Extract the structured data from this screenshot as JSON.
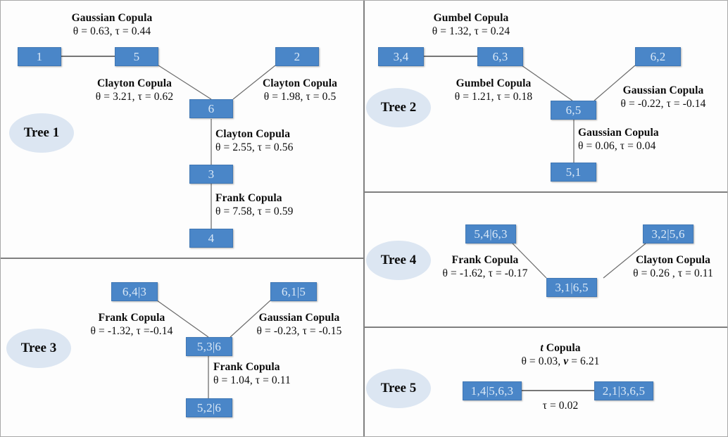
{
  "figure": {
    "type": "vine-copula-tree-diagram",
    "node_fill_color": "#4a86c8",
    "node_text_color": "#dbe9f7",
    "label_ellipse_color": "#dce6f2",
    "divider_color": "#7f7f7f",
    "edge_color": "#595959"
  },
  "trees": [
    {
      "id": "tree1",
      "label": "Tree 1",
      "nodes": [
        {
          "name": "node-1",
          "text": "1"
        },
        {
          "name": "node-5",
          "text": "5"
        },
        {
          "name": "node-2",
          "text": "2"
        },
        {
          "name": "node-6",
          "text": "6"
        },
        {
          "name": "node-3",
          "text": "3"
        },
        {
          "name": "node-4",
          "text": "4"
        }
      ],
      "edges": [
        {
          "name": "edge-1-5",
          "family": "Gaussian Copula",
          "theta": "0.63",
          "tau": "0.44",
          "params": "θ = 0.63, τ = 0.44"
        },
        {
          "name": "edge-5-6",
          "family": "Clayton Copula",
          "theta": "3.21",
          "tau": "0.62",
          "params": "θ = 3.21, τ = 0.62"
        },
        {
          "name": "edge-2-6",
          "family": "Clayton Copula",
          "theta": "1.98",
          "tau": "0.5",
          "params": "θ = 1.98, τ = 0.5"
        },
        {
          "name": "edge-6-3",
          "family": "Clayton Copula",
          "theta": "2.55",
          "tau": "0.56",
          "params": "θ = 2.55, τ = 0.56"
        },
        {
          "name": "edge-3-4",
          "family": "Frank Copula",
          "theta": "7.58",
          "tau": "0.59",
          "params": "θ = 7.58, τ = 0.59"
        }
      ]
    },
    {
      "id": "tree2",
      "label": "Tree 2",
      "nodes": [
        {
          "name": "node-34",
          "text": "3,4"
        },
        {
          "name": "node-63",
          "text": "6,3"
        },
        {
          "name": "node-62",
          "text": "6,2"
        },
        {
          "name": "node-65",
          "text": "6,5"
        },
        {
          "name": "node-51",
          "text": "5,1"
        }
      ],
      "edges": [
        {
          "name": "edge-34-63",
          "family": "Gumbel Copula",
          "theta": "1.32",
          "tau": "0.24",
          "params": "θ = 1.32, τ = 0.24"
        },
        {
          "name": "edge-63-65",
          "family": "Gumbel Copula",
          "theta": "1.21",
          "tau": "0.18",
          "params": "θ = 1.21, τ = 0.18"
        },
        {
          "name": "edge-62-65",
          "family": "Gaussian Copula",
          "theta": "-0.22",
          "tau": "-0.14",
          "params": "θ = -0.22, τ = -0.14"
        },
        {
          "name": "edge-65-51",
          "family": "Gaussian Copula",
          "theta": "0.06",
          "tau": "0.04",
          "params": "θ = 0.06, τ = 0.04"
        }
      ]
    },
    {
      "id": "tree3",
      "label": "Tree 3",
      "nodes": [
        {
          "name": "node-643",
          "text": "6,4|3"
        },
        {
          "name": "node-615",
          "text": "6,1|5"
        },
        {
          "name": "node-536",
          "text": "5,3|6"
        },
        {
          "name": "node-526",
          "text": "5,2|6"
        }
      ],
      "edges": [
        {
          "name": "edge-643-536",
          "family": "Frank Copula",
          "theta": "-1.32",
          "tau": "-0.14",
          "params": "θ = -1.32, τ =-0.14"
        },
        {
          "name": "edge-615-536",
          "family": "Gaussian Copula",
          "theta": "-0.23",
          "tau": "-0.15",
          "params": "θ = -0.23, τ = -0.15"
        },
        {
          "name": "edge-536-526",
          "family": "Frank Copula",
          "theta": "1.04",
          "tau": "0.11",
          "params": "θ = 1.04, τ = 0.11"
        }
      ]
    },
    {
      "id": "tree4",
      "label": "Tree 4",
      "nodes": [
        {
          "name": "node-5463",
          "text": "5,4|6,3"
        },
        {
          "name": "node-3256",
          "text": "3,2|5,6"
        },
        {
          "name": "node-3165",
          "text": "3,1|6,5"
        }
      ],
      "edges": [
        {
          "name": "edge-5463-3165",
          "family": "Frank Copula",
          "theta": "-1.62",
          "tau": "-0.17",
          "params": "θ = -1.62, τ = -0.17"
        },
        {
          "name": "edge-3256-3165",
          "family": "Clayton Copula",
          "theta": "0.26",
          "tau": "0.11",
          "params": "θ = 0.26 , τ = 0.11"
        }
      ]
    },
    {
      "id": "tree5",
      "label": "Tree 5",
      "nodes": [
        {
          "name": "node-14563",
          "text": "1,4|5,6,3"
        },
        {
          "name": "node-21365",
          "text": "2,1|3,6,5"
        }
      ],
      "edges": [
        {
          "name": "edge-14563-21365",
          "family_prefix": "t",
          "family_suffix": " Copula",
          "theta": "0.03",
          "nu": "6.21",
          "params": "θ = 0.03, ",
          "params_nu": "ν",
          "params_nu_val": " = 6.21",
          "tau_label": "τ = 0.02"
        }
      ]
    }
  ]
}
